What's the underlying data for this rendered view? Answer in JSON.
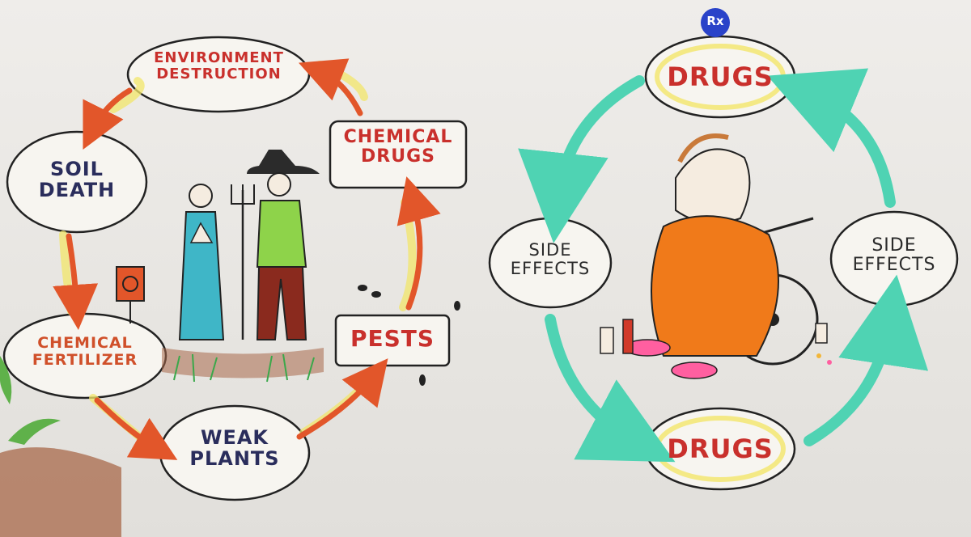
{
  "left_cycle": {
    "nodes": [
      {
        "id": "environment",
        "lines": [
          "Environment",
          "Destruction"
        ],
        "color": "#c9302c"
      },
      {
        "id": "chemical-drugs",
        "lines": [
          "Chemical",
          "Drugs"
        ],
        "color": "#c9302c"
      },
      {
        "id": "pests",
        "lines": [
          "Pests"
        ],
        "color": "#c9302c"
      },
      {
        "id": "weak-plants",
        "lines": [
          "Weak",
          "Plants"
        ],
        "color": "#2a2d5c"
      },
      {
        "id": "chemical-fertilizer",
        "lines": [
          "Chemical",
          "Fertilizer"
        ],
        "color": "#d0502a"
      },
      {
        "id": "soil-death",
        "lines": [
          "Soil",
          "Death"
        ],
        "color": "#2a2d5c"
      }
    ],
    "arrow_color": "#e2562a",
    "highlight_color": "#f2e66a"
  },
  "right_cycle": {
    "badge": "Rx",
    "nodes": [
      {
        "id": "drugs-top",
        "lines": [
          "Drugs"
        ],
        "color": "#c9302c"
      },
      {
        "id": "side-effects-right",
        "lines": [
          "Side",
          "Effects"
        ],
        "color": "#2b2b2b"
      },
      {
        "id": "drugs-bottom",
        "lines": [
          "Drugs"
        ],
        "color": "#c9302c"
      },
      {
        "id": "side-effects-left",
        "lines": [
          "Side",
          "Effects"
        ],
        "color": "#2b2b2b"
      }
    ],
    "arrow_color": "#4fd3b3",
    "highlight_color": "#f2e66a"
  }
}
